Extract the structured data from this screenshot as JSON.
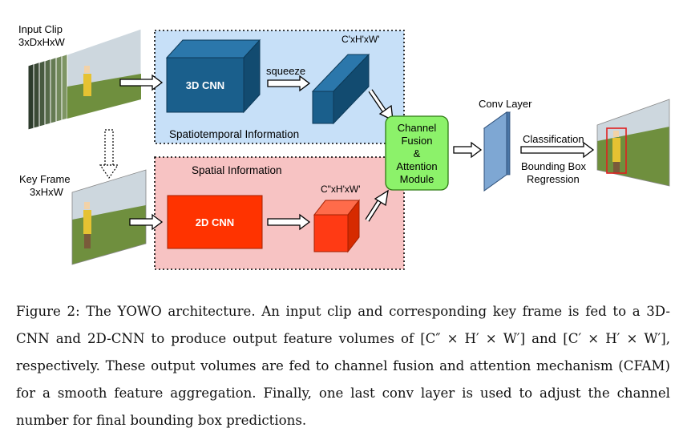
{
  "figure": {
    "input_clip": {
      "title": "Input Clip",
      "dims": "3xDxHxW"
    },
    "key_frame": {
      "title": "Key Frame",
      "dims": "3xHxW"
    },
    "cnn3d_label": "3D CNN",
    "cnn2d_label": "2D CNN",
    "squeeze_label": "squeeze",
    "spatiotemporal_dims": "C'xH'xW'",
    "spatial_dims": "C\"xH'xW'",
    "spatiotemporal_region_label": "Spatiotemporal Information",
    "spatial_region_label": "Spatial Information",
    "cfam_lines": [
      "Channel",
      "Fusion",
      "&",
      "Attention",
      "Module"
    ],
    "conv_layer_label": "Conv Layer",
    "classification_label": "Classification",
    "regression_lines": [
      "Bounding Box",
      "Regression"
    ],
    "colors": {
      "blue_region": "#c7e0f8",
      "pink_region": "#f7c3c3",
      "cnn3d": "#1a5f8c",
      "cnn2d": "#ff3300",
      "cfam": "#8cf26a",
      "conv": "#7ea7d3",
      "detection_box": "#e02020"
    }
  },
  "caption": {
    "label": "Figure 2:",
    "text": "The YOWO architecture. An input clip and corresponding key frame is fed to a 3D-CNN and 2D-CNN to produce output feature volumes of [C″ × H′ × W′] and [C′ × H′ × W′], respectively. These output volumes are fed to channel fusion and attention mechanism (CFAM) for a smooth feature aggregation. Finally, one last conv layer is used to adjust the channel number for final bounding box predictions."
  }
}
